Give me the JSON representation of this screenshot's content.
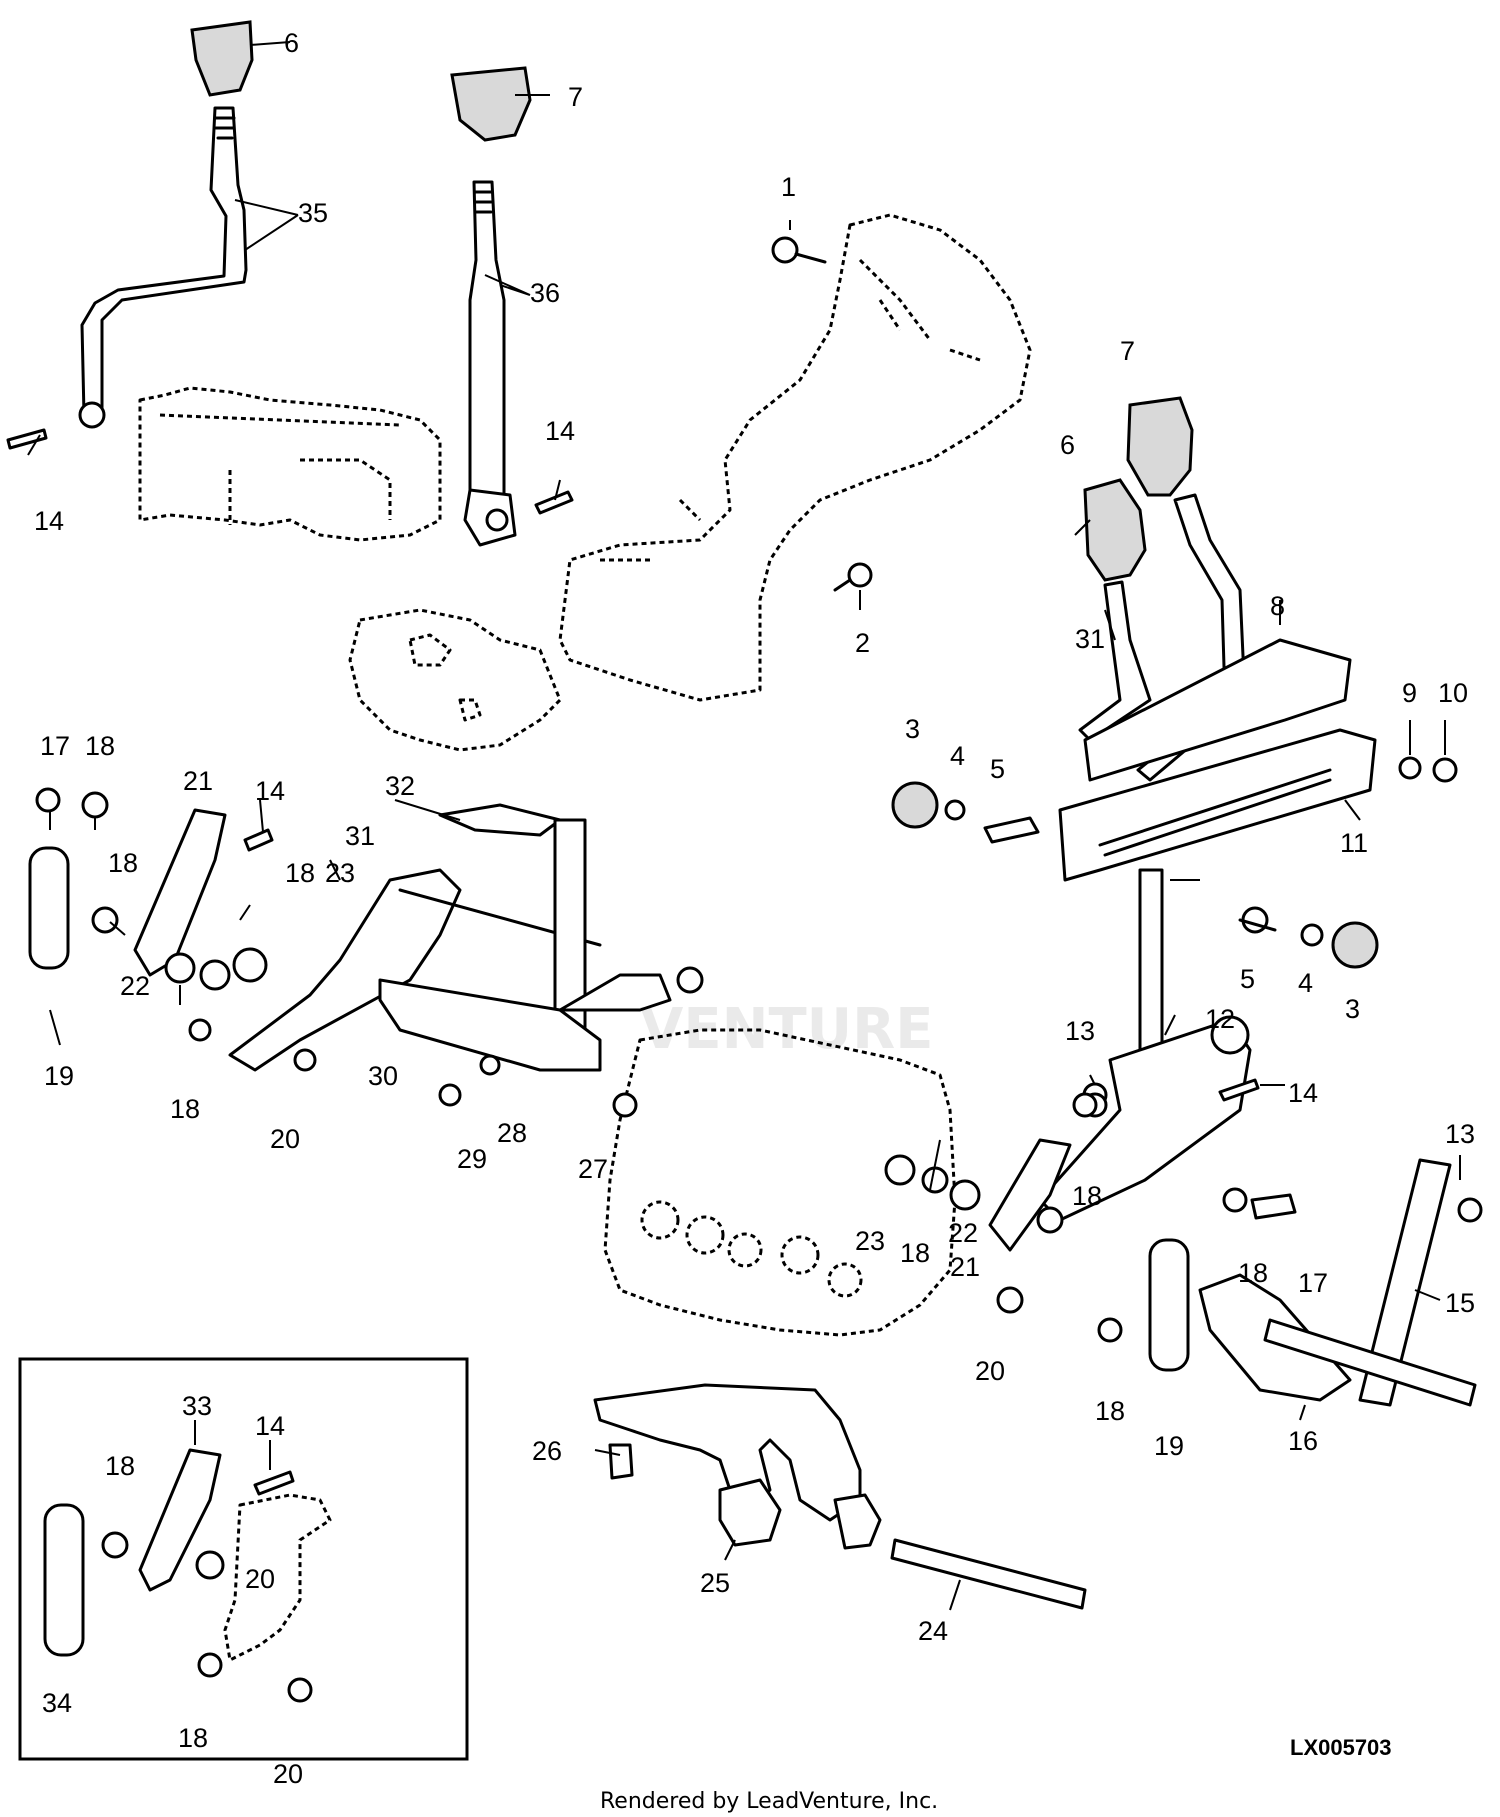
{
  "diagram": {
    "callouts": [
      "1",
      "2",
      "3",
      "4",
      "5",
      "6",
      "7",
      "8",
      "9",
      "10",
      "11",
      "12",
      "13",
      "14",
      "15",
      "16",
      "17",
      "18",
      "19",
      "20",
      "21",
      "22",
      "23",
      "24",
      "25",
      "26",
      "27",
      "28",
      "29",
      "30",
      "31",
      "32",
      "33",
      "34",
      "35",
      "36"
    ],
    "drawing_code": "LX005703",
    "credit": "Rendered by LeadVenture, Inc.",
    "watermark": "VENTURE"
  }
}
